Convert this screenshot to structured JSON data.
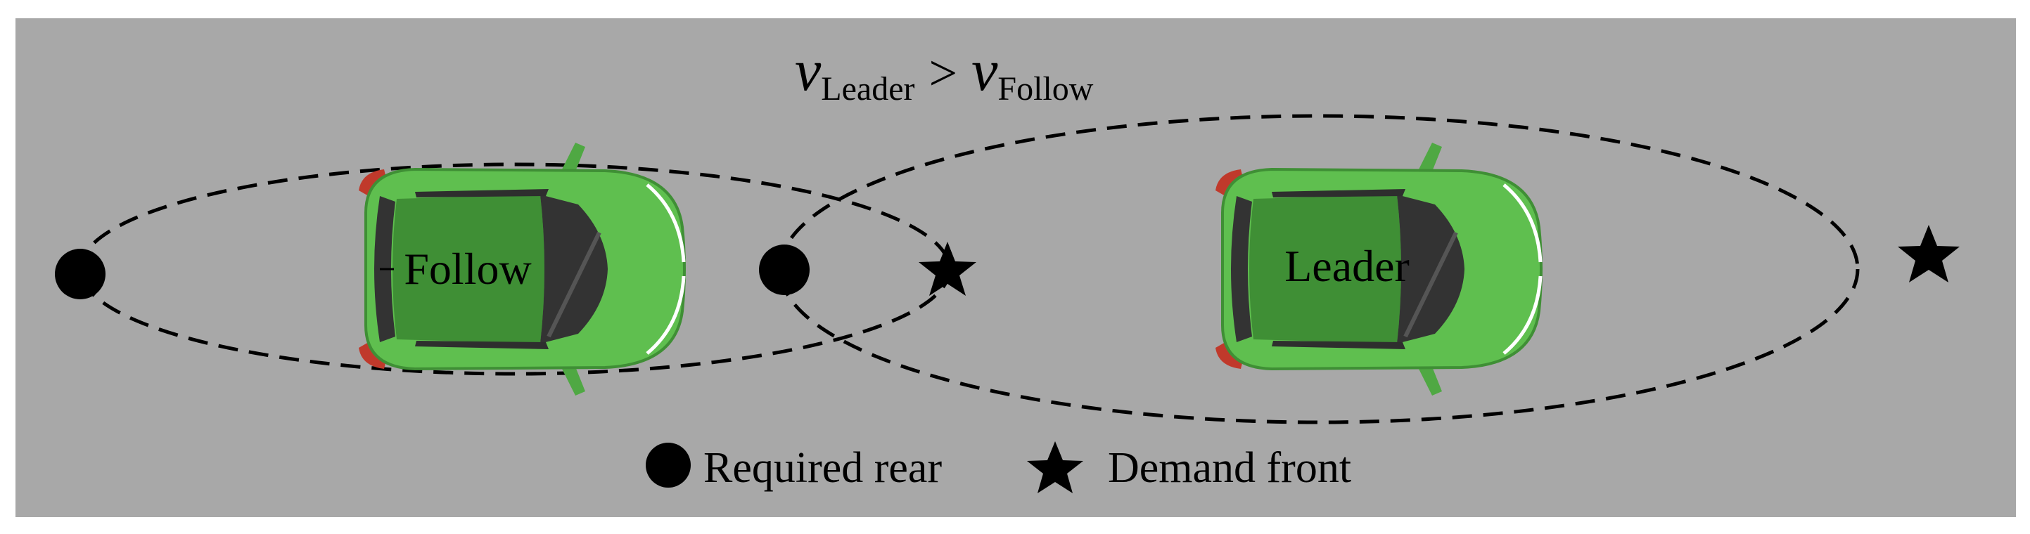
{
  "title": {
    "v_symbol": "v",
    "leader_subscript": "Leader",
    "operator": ">",
    "follow_subscript": "Follow"
  },
  "cars": {
    "follow": {
      "label": "Follow"
    },
    "leader": {
      "label": "Leader"
    }
  },
  "legend": {
    "circle_label": "Required rear",
    "star_label": "Demand front"
  },
  "colors": {
    "background": "#a8a8a8",
    "car_body": "#5fbf4f",
    "car_roof": "#3f8f35",
    "car_window": "#333333",
    "tail_light": "#c0392b",
    "marker": "#000000"
  }
}
